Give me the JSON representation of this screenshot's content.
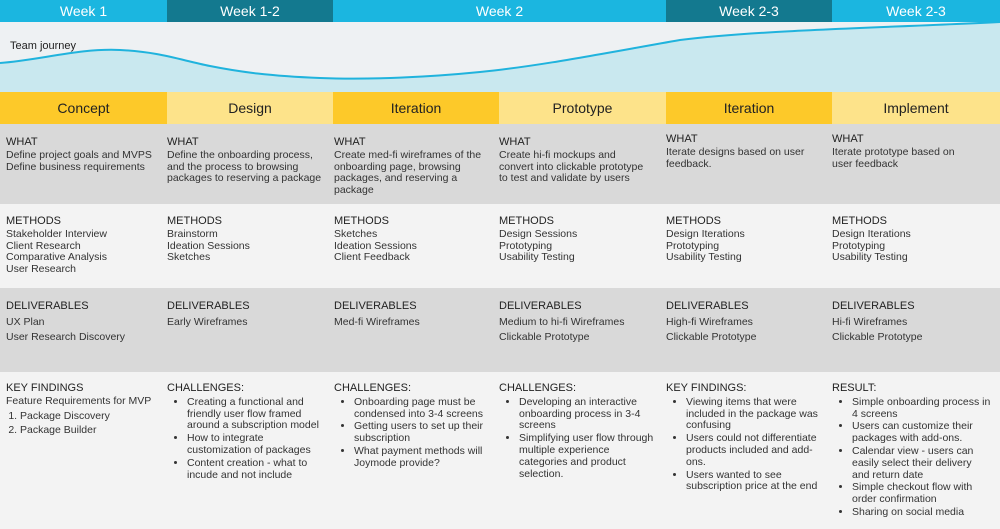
{
  "weeks": [
    "Week 1",
    "Week 1-2",
    "Week 2",
    "Week 2-3",
    "Week 2-3"
  ],
  "journey": {
    "label": "Team journey"
  },
  "phases": [
    "Concept",
    "Design",
    "Iteration",
    "Prototype",
    "Iteration",
    "Implement"
  ],
  "colors": {
    "week_light": "#1bb6e0",
    "week_dark": "#13798f",
    "phase_gold": "#fdc929",
    "phase_pale": "#fde38a",
    "journey_fill": "#c9e8ef",
    "journey_line": "#20b3dd",
    "row_dark": "#d9d9d9",
    "row_light": "#f3f3f3"
  },
  "what": [
    {
      "heading": "WHAT",
      "lines": [
        "Define project goals and MVPS",
        "Define business requirements"
      ]
    },
    {
      "heading": "WHAT",
      "lines": [
        "Define the onboarding process,",
        "and the process to browsing",
        "packages to reserving a package"
      ]
    },
    {
      "heading": "WHAT",
      "lines": [
        "Create med-fi wireframes of the",
        "onboarding page, browsing",
        "packages, and reserving a",
        "package"
      ]
    },
    {
      "heading": "WHAT",
      "lines": [
        "Create hi-fi mockups and",
        "convert into clickable prototype",
        "to test and validate by users"
      ]
    },
    {
      "heading": "WHAT",
      "lines": [
        "Iterate designs based on user",
        "feedback."
      ]
    },
    {
      "heading": "WHAT",
      "lines": [
        "Iterate prototype based on",
        "user feedback"
      ]
    }
  ],
  "methods": [
    {
      "heading": "METHODS",
      "lines": [
        "Stakeholder Interview",
        "Client Research",
        "Comparative Analysis",
        "User Research"
      ]
    },
    {
      "heading": "METHODS",
      "lines": [
        "Brainstorm",
        "Ideation Sessions",
        "Sketches"
      ]
    },
    {
      "heading": "METHODS",
      "lines": [
        "Sketches",
        "Ideation Sessions",
        "Client Feedback"
      ]
    },
    {
      "heading": "METHODS",
      "lines": [
        "Design Sessions",
        "Prototyping",
        "Usability Testing"
      ]
    },
    {
      "heading": "METHODS",
      "lines": [
        "Design Iterations",
        "Prototyping",
        "Usability Testing"
      ]
    },
    {
      "heading": "METHODS",
      "lines": [
        "Design Iterations",
        "Prototyping",
        "Usability Testing"
      ]
    }
  ],
  "deliverables": [
    {
      "heading": "DELIVERABLES",
      "lines": [
        "UX Plan",
        "User Research Discovery"
      ]
    },
    {
      "heading": "DELIVERABLES",
      "lines": [
        "Early Wireframes"
      ]
    },
    {
      "heading": "DELIVERABLES",
      "lines": [
        "Med-fi Wireframes"
      ]
    },
    {
      "heading": "DELIVERABLES",
      "lines": [
        "Medium to hi-fi Wireframes",
        "Clickable Prototype"
      ]
    },
    {
      "heading": "DELIVERABLES",
      "lines": [
        "High-fi Wireframes",
        "Clickable Prototype"
      ]
    },
    {
      "heading": "DELIVERABLES",
      "lines": [
        "Hi-fi Wireframes",
        "Clickable Prototype"
      ]
    }
  ],
  "findings": [
    {
      "heading": "KEY FINDINGS",
      "intro": "Feature Requirements for MVP",
      "numbered": [
        "Package Discovery",
        "Package Builder"
      ]
    },
    {
      "heading": "CHALLENGES:",
      "bullets": [
        "Creating a functional and friendly user flow framed around a subscription model",
        "How to integrate customization of packages",
        "Content creation - what to incude and not include"
      ]
    },
    {
      "heading": "CHALLENGES:",
      "bullets": [
        "Onboarding page must be condensed into 3-4 screens",
        "Getting users to set up their subscription",
        "What payment methods will Joymode provide?"
      ]
    },
    {
      "heading": "CHALLENGES:",
      "bullets": [
        "Developing an interactive onboarding process in 3-4 screens",
        "Simplifying user flow through multiple experience categories and product selection."
      ]
    },
    {
      "heading": "KEY FINDINGS:",
      "bullets": [
        "Viewing items that were included in the package was confusing",
        "Users could not differentiate products included and add-ons.",
        "Users wanted to see subscription price at the end"
      ]
    },
    {
      "heading": "RESULT:",
      "bullets": [
        "Simple onboarding process in 4 screens",
        "Users can customize their packages with add-ons.",
        "Calendar view - users can easily select their delivery and return date",
        "Simple checkout flow with order confirmation",
        "Sharing on social media"
      ]
    }
  ]
}
